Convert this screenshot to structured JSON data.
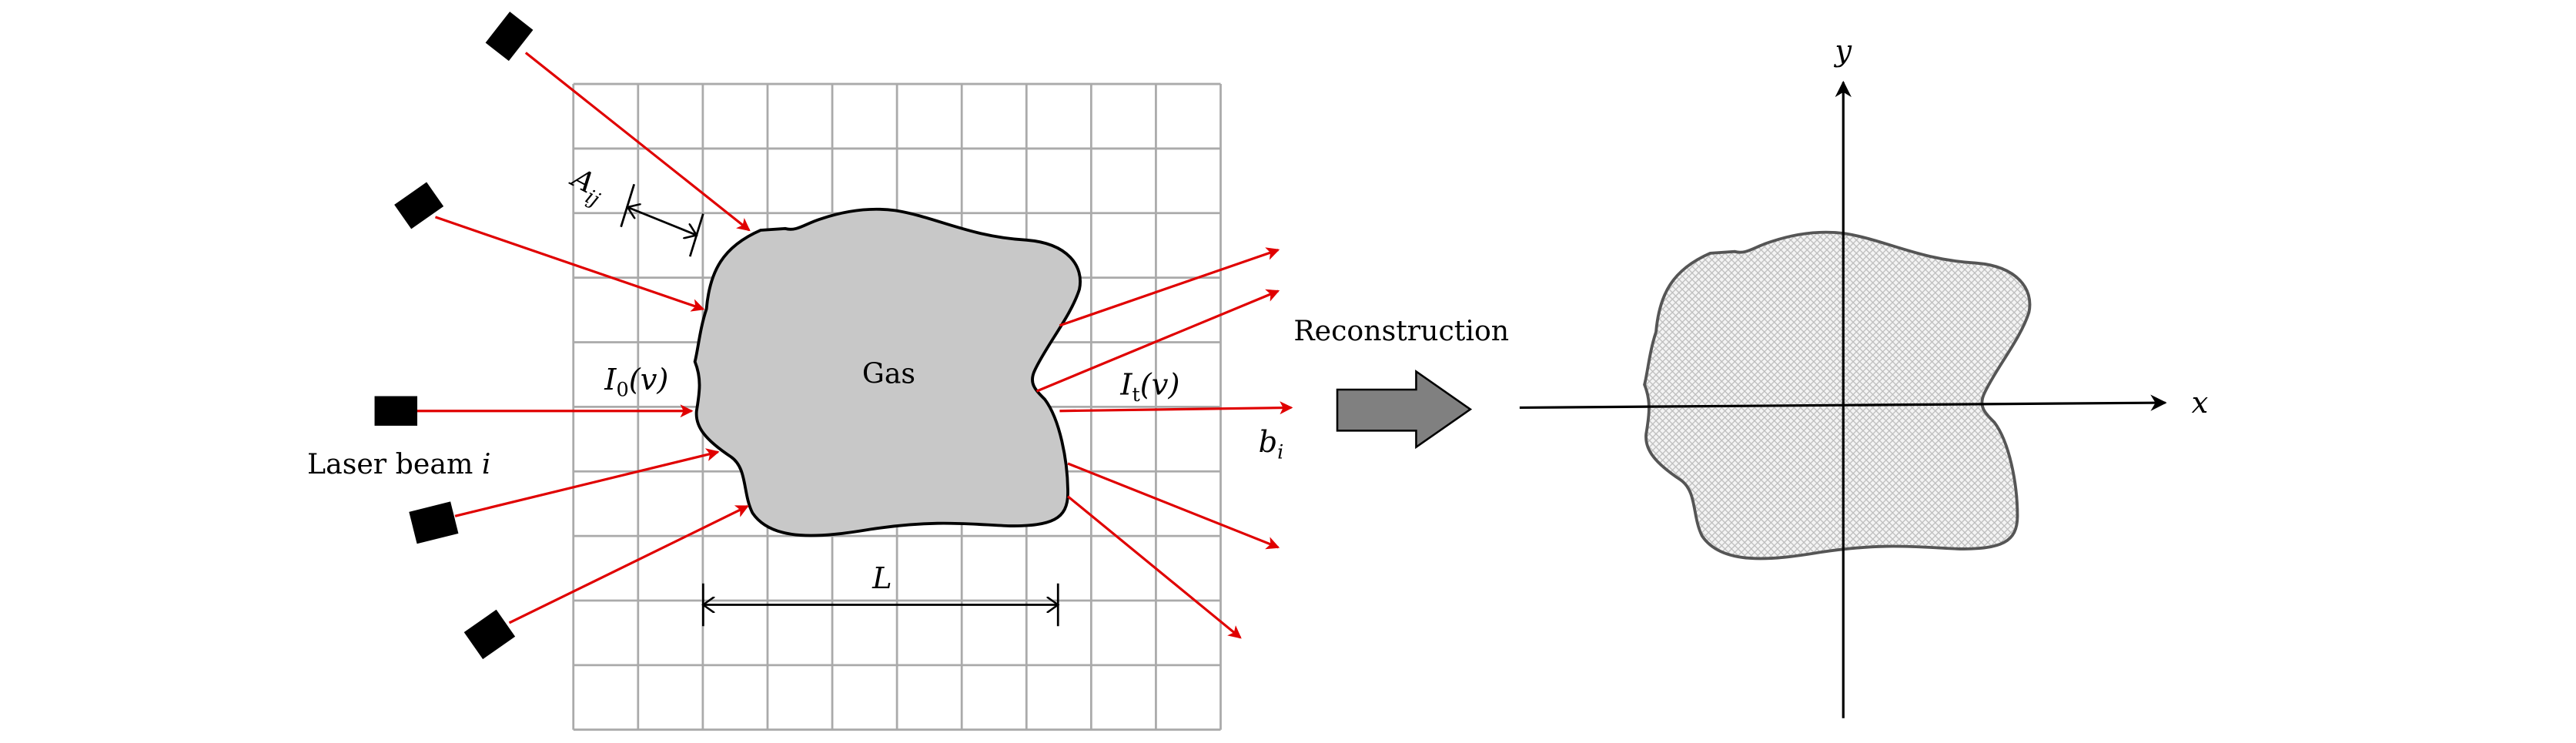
{
  "labels": {
    "gas": "Gas",
    "incident_intensity": "I",
    "incident_intensity_sub": "0",
    "incident_intensity_arg": "(v)",
    "transmitted_intensity": "I",
    "transmitted_intensity_sub": "t",
    "transmitted_intensity_arg": "(v)",
    "path_element": "A",
    "path_element_sub": "ij",
    "length": "L",
    "measurement": "b",
    "measurement_sub": "i",
    "laser_beam": "Laser beam ",
    "laser_beam_index": "i",
    "reconstruction": "Reconstruction",
    "x_axis": "x",
    "y_axis": "y"
  },
  "colors": {
    "beam": "#e00000",
    "gas_fill": "#c8c8c8",
    "grid": "#aaaaaa",
    "arrow_fill": "#808080"
  },
  "grid": {
    "columns": 10,
    "rows": 10
  }
}
